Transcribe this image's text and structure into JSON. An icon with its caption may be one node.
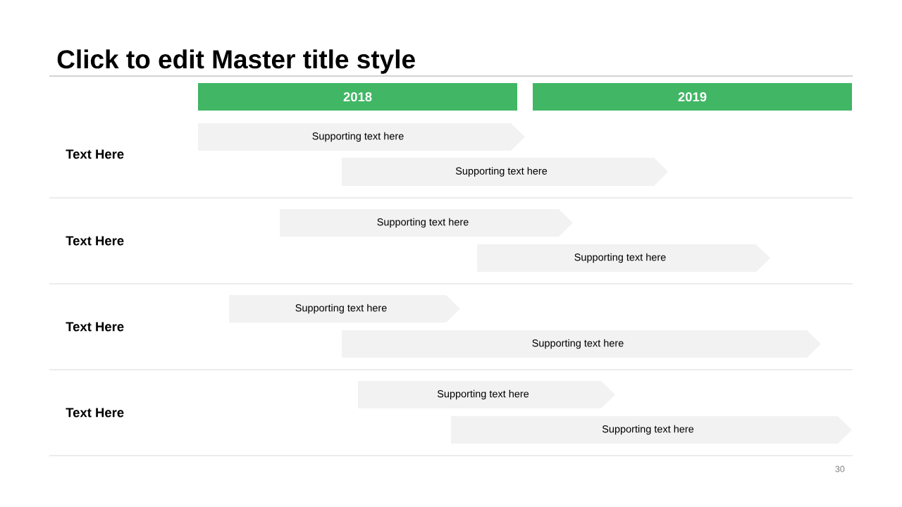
{
  "diagram": {
    "title": "Click to edit Master title style",
    "nodes": [
      {
        "text": [
          "2018"
        ]
      },
      {
        "text": [
          "2019"
        ]
      },
      {
        "text": [
          "Supporting text here"
        ]
      },
      {
        "text": [
          "Supporting text here"
        ]
      },
      {
        "text": [
          "Supporting text here"
        ]
      },
      {
        "text": [
          "Supporting text here"
        ]
      },
      {
        "text": [
          "Supporting text here"
        ]
      },
      {
        "text": [
          "Supporting text here"
        ]
      },
      {
        "text": [
          "Supporting text here"
        ]
      },
      {
        "text": [
          "Supporting text here"
        ]
      }
    ],
    "labels": [
      "Text Here",
      "Text Here",
      "Text Here",
      "Text Here",
      "30"
    ]
  }
}
